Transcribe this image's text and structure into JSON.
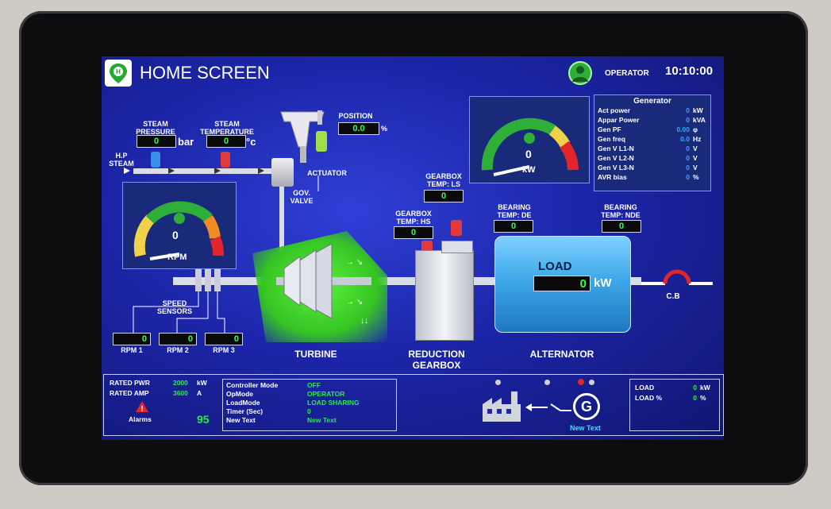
{
  "header": {
    "title": "HOME SCREEN",
    "user": "OPERATOR",
    "clock": "10:10:00"
  },
  "steam": {
    "pressure_label": "STEAM\nPRESSURE",
    "pressure_value": "0",
    "pressure_unit": "bar",
    "temperature_label": "STEAM\nTEMPERATURE",
    "temperature_value": "0",
    "temperature_unit": "°c",
    "hp_label": "H.P\nSTEAM"
  },
  "valve": {
    "position_label": "POSITION",
    "position_value": "0.0",
    "position_unit": "%",
    "actuator_label": "ACTUATOR",
    "gov_label": "GOV.\nVALVE"
  },
  "rpm_gauge": {
    "value": "0",
    "unit": "RPM"
  },
  "kw_gauge": {
    "value": "0",
    "unit": "kW"
  },
  "generator": {
    "title": "Generator",
    "rows": [
      {
        "label": "Act power",
        "value": "0",
        "unit": "kW"
      },
      {
        "label": "Appar Power",
        "value": "0",
        "unit": "kVA"
      },
      {
        "label": "Gen PF",
        "value": "0.00",
        "unit": "φ"
      },
      {
        "label": "Gen freq",
        "value": "0.0",
        "unit": "Hz"
      },
      {
        "label": "Gen V L1-N",
        "value": "0",
        "unit": "V"
      },
      {
        "label": "Gen V L2-N",
        "value": "0",
        "unit": "V"
      },
      {
        "label": "Gen V L3-N",
        "value": "0",
        "unit": "V"
      },
      {
        "label": "AVR bias",
        "value": "0",
        "unit": "%"
      }
    ]
  },
  "gearbox": {
    "temp_ls_label": "GEARBOX\nTEMP: LS",
    "temp_ls_value": "0",
    "temp_hs_label": "GEARBOX\nTEMP: HS",
    "temp_hs_value": "0",
    "name": "REDUCTION\nGEARBOX"
  },
  "bearing": {
    "de_label": "BEARING\nTEMP: DE",
    "de_value": "0",
    "nde_label": "BEARING\nTEMP: NDE",
    "nde_value": "0"
  },
  "alternator": {
    "load_label": "LOAD",
    "load_value": "0",
    "load_unit": "kW",
    "name": "ALTERNATOR"
  },
  "cb_label": "C.B",
  "turbine_label": "TURBINE",
  "speed": {
    "label": "SPEED\nSENSORS",
    "sensors": [
      {
        "label": "RPM 1",
        "value": "0"
      },
      {
        "label": "RPM 2",
        "value": "0"
      },
      {
        "label": "RPM 3",
        "value": "0"
      }
    ]
  },
  "bottom": {
    "rated_pwr_label": "RATED PWR",
    "rated_pwr_value": "2000",
    "rated_pwr_unit": "kW",
    "rated_amp_label": "RATED AMP",
    "rated_amp_value": "3600",
    "rated_amp_unit": "A",
    "alarms_label": "Alarms",
    "alarms_count": "95",
    "status": [
      {
        "label": "Controller Mode",
        "value": "OFF"
      },
      {
        "label": "OpMode",
        "value": "OPERATOR"
      },
      {
        "label": "LoadMode",
        "value": "LOAD SHARING"
      },
      {
        "label": "Timer (Sec)",
        "value": "0"
      },
      {
        "label": "New Text",
        "value": "New Text"
      }
    ],
    "gen_symbol": "G",
    "gen_caption": "New Text",
    "load_rows": [
      {
        "label": "LOAD",
        "value": "0",
        "unit": "kW"
      },
      {
        "label": "LOAD %",
        "value": "0",
        "unit": "%"
      }
    ]
  },
  "colors": {
    "screen_bg": "#1c25a8",
    "value_green": "#33ff55",
    "gauge_green": "#2fae3a",
    "gauge_yellow": "#f0d24a",
    "gauge_orange": "#f08c24",
    "gauge_red": "#e0262a",
    "alternator_blue": "#3ea8e8"
  }
}
